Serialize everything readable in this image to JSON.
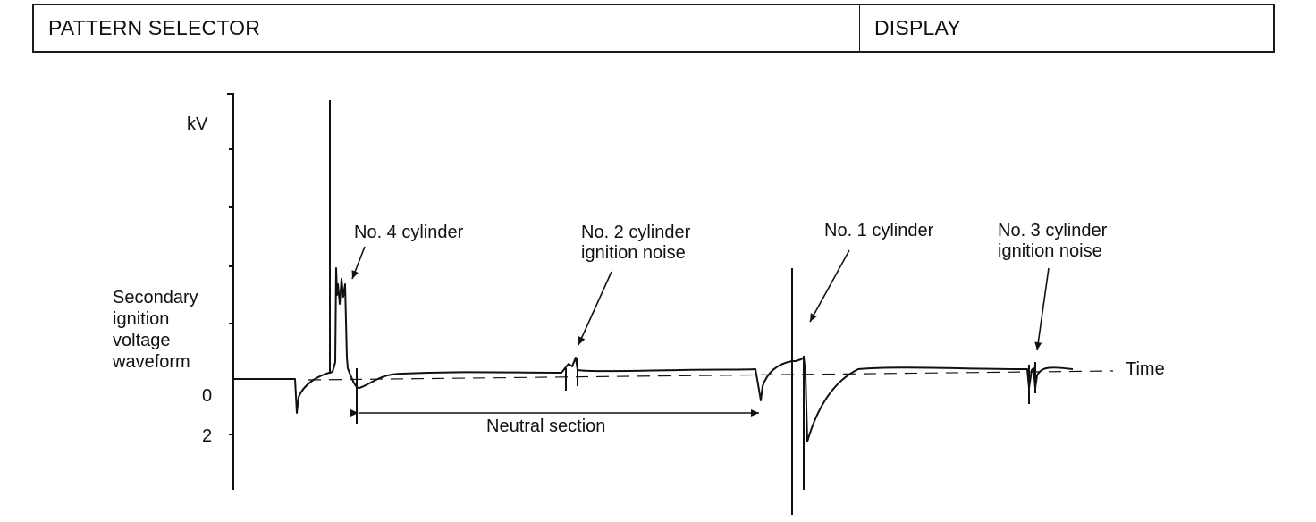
{
  "header": {
    "pattern_selector_label": "PATTERN SELECTOR",
    "display_label": "DISPLAY"
  },
  "diagram": {
    "axis": {
      "y_unit": "kV",
      "zero_tick": "0",
      "two_tick": "2",
      "time_label": "Time"
    },
    "waveform_label": [
      "Secondary",
      "ignition",
      "voltage",
      "waveform"
    ],
    "annotations": {
      "no4": "No. 4 cylinder",
      "no2": [
        "No. 2 cylinder",
        "ignition noise"
      ],
      "no1": "No. 1 cylinder",
      "no3": [
        "No. 3 cylinder",
        "ignition noise"
      ],
      "neutral": "Neutral section"
    }
  }
}
